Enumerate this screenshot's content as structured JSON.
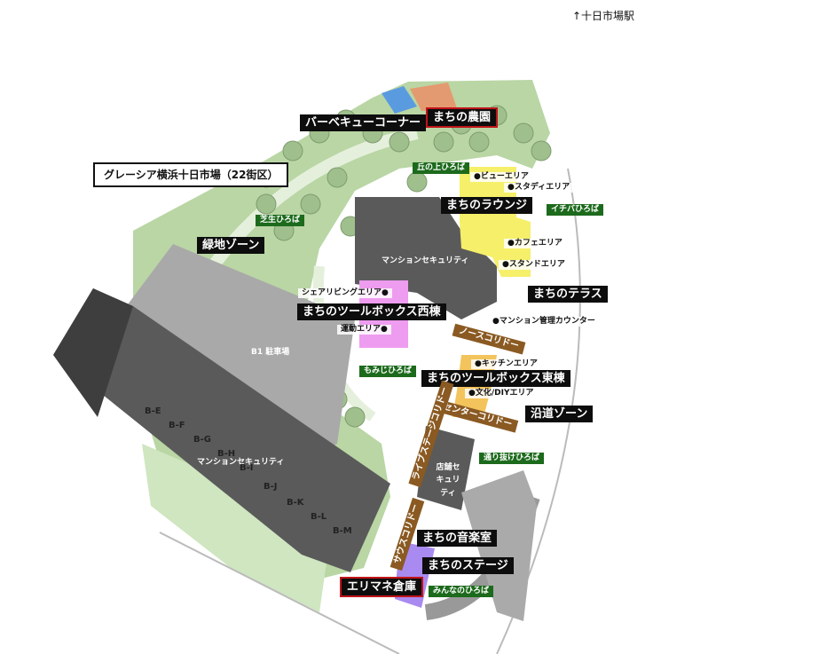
{
  "station": "↑十日市場駅",
  "title": "グレーシア横浜十日市場（22街区）",
  "colors": {
    "green_area": "#b9d6a4",
    "light_green": "#cfe6c0",
    "tree_green": "#9fbf8c",
    "parking_gray": "#a9a9a9",
    "building_dark": "#5a5a5a",
    "lounge_yellow": "#f6ef6a",
    "west_pink": "#ee9cf0",
    "east_orange": "#f3c45c",
    "stage_purple": "#a98af0",
    "farm_orange": "#e49a70",
    "bbq_blue": "#5a9be0",
    "label_green": "#1c6a1c",
    "corridor_brown": "#8a5a22",
    "highlight_red": "#c0141a"
  },
  "zones": {
    "farm": "まちの農園",
    "bbq": "バーベキューコーナー",
    "lounge": "まちのラウンジ",
    "terrace": "まちのテラス",
    "green_zone": "緑地ゾーン",
    "roadside_zone": "沿道ゾーン",
    "toolbox_west": "まちのツールボックス西棟",
    "toolbox_east": "まちのツールボックス東棟",
    "music_room": "まちの音楽室",
    "stage": "まちのステージ",
    "storage": "エリマネ倉庫"
  },
  "plazas": {
    "hilltop": "丘の上ひろば",
    "ichiba": "イチバひろば",
    "lawn": "芝生ひろば",
    "momiji": "もみじひろば",
    "passage": "通り抜けひろば",
    "minna": "みんなのひろば"
  },
  "areas": {
    "view": "●ビューエリア",
    "study": "●スタディエリア",
    "cafe": "●カフェエリア",
    "stand": "●スタンドエリア",
    "share_living": "シェアリビングエリア●",
    "exercise": "運動エリア●",
    "management": "●マンション管理カウンター",
    "kitchen": "●キッチンエリア",
    "diy": "●文化/DIYエリア"
  },
  "corridors": {
    "north": "ノースコリドー",
    "center": "センターコリドー",
    "live_stage": "ライブステージコリドー",
    "south": "サウスコリドー"
  },
  "annotations": {
    "security_north": "マンションセキュリティ",
    "security_south": "マンションセキュリティ",
    "shop_security": "店舗セキュリティ",
    "parking": "B1 駐車場"
  },
  "units": [
    "B-E",
    "B-F",
    "B-G",
    "B-H",
    "B-I",
    "B-J",
    "B-K",
    "B-L",
    "B-M"
  ]
}
